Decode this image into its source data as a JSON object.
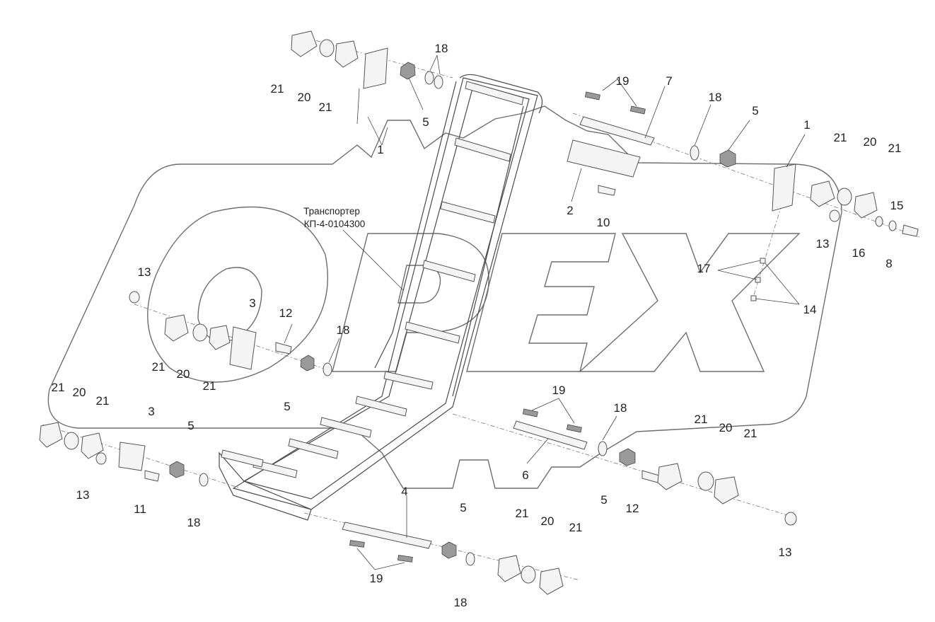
{
  "diagram": {
    "title_line1": "Транспортер",
    "title_line2": "КП-4-0104300",
    "watermark_text": "OPEX",
    "callouts": [
      {
        "id": "c1",
        "text": "21"
      },
      {
        "id": "c2",
        "text": "20"
      },
      {
        "id": "c3",
        "text": "21"
      },
      {
        "id": "c4",
        "text": "18"
      },
      {
        "id": "c5",
        "text": "5"
      },
      {
        "id": "c6",
        "text": "1"
      },
      {
        "id": "c7",
        "text": "19"
      },
      {
        "id": "c8",
        "text": "7"
      },
      {
        "id": "c9",
        "text": "18"
      },
      {
        "id": "c10",
        "text": "5"
      },
      {
        "id": "c11",
        "text": "1"
      },
      {
        "id": "c12",
        "text": "21"
      },
      {
        "id": "c13",
        "text": "20"
      },
      {
        "id": "c14",
        "text": "21"
      },
      {
        "id": "c15",
        "text": "15"
      },
      {
        "id": "c16",
        "text": "2"
      },
      {
        "id": "c17",
        "text": "10"
      },
      {
        "id": "c18",
        "text": "13"
      },
      {
        "id": "c19",
        "text": "16"
      },
      {
        "id": "c20",
        "text": "8"
      },
      {
        "id": "c21",
        "text": "17"
      },
      {
        "id": "c22",
        "text": "14"
      },
      {
        "id": "c23",
        "text": "13"
      },
      {
        "id": "c24",
        "text": "3"
      },
      {
        "id": "c25",
        "text": "12"
      },
      {
        "id": "c26",
        "text": "18"
      },
      {
        "id": "c27",
        "text": "21"
      },
      {
        "id": "c28",
        "text": "20"
      },
      {
        "id": "c29",
        "text": "21"
      },
      {
        "id": "c30",
        "text": "5"
      },
      {
        "id": "c31",
        "text": "21"
      },
      {
        "id": "c32",
        "text": "20"
      },
      {
        "id": "c33",
        "text": "21"
      },
      {
        "id": "c34",
        "text": "3"
      },
      {
        "id": "c35",
        "text": "5"
      },
      {
        "id": "c36",
        "text": "13"
      },
      {
        "id": "c37",
        "text": "11"
      },
      {
        "id": "c38",
        "text": "18"
      },
      {
        "id": "c39",
        "text": "4"
      },
      {
        "id": "c40",
        "text": "19"
      },
      {
        "id": "c41",
        "text": "18"
      },
      {
        "id": "c42",
        "text": "6"
      },
      {
        "id": "c43",
        "text": "21"
      },
      {
        "id": "c44",
        "text": "20"
      },
      {
        "id": "c45",
        "text": "21"
      },
      {
        "id": "c46",
        "text": "5"
      },
      {
        "id": "c47",
        "text": "12"
      },
      {
        "id": "c48",
        "text": "13"
      },
      {
        "id": "c49",
        "text": "5"
      },
      {
        "id": "c50",
        "text": "21"
      },
      {
        "id": "c51",
        "text": "20"
      },
      {
        "id": "c52",
        "text": "21"
      },
      {
        "id": "c53",
        "text": "19"
      },
      {
        "id": "c54",
        "text": "18"
      }
    ]
  }
}
